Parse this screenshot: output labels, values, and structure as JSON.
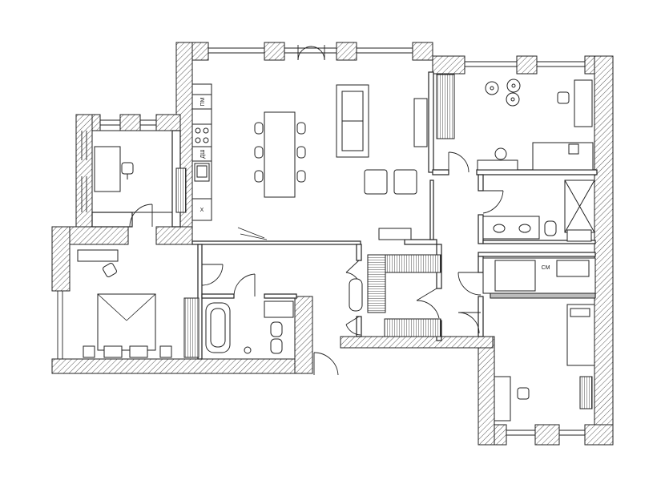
{
  "appliance_labels": {
    "dishwasher": "ПМ",
    "oven": "ДШ",
    "fridge": "Х",
    "washing_machine": "СМ"
  },
  "colors": {
    "wall_outline": "#222222",
    "wall_hatch": "#444444",
    "furniture": "#333333",
    "background": "#ffffff"
  }
}
